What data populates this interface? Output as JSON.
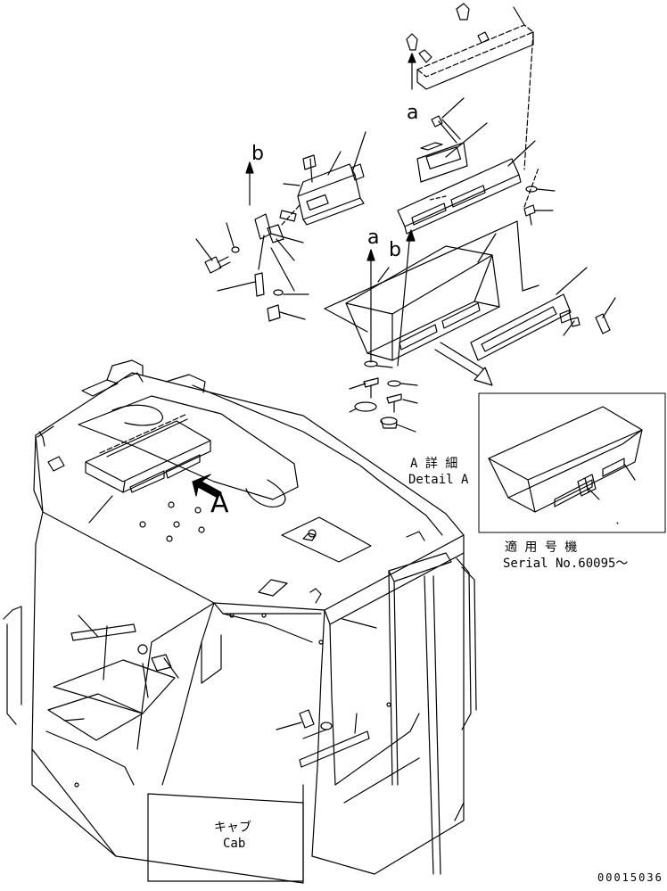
{
  "labels": {
    "ref_a_top": "a",
    "ref_b": "b",
    "ref_a_mid": "a",
    "ref_b_mid": "b",
    "view_marker": "A",
    "detail_title_jp": "A 詳 細",
    "detail_title_en": "Detail A",
    "serial_jp": "適 用 号 機",
    "serial_en": "Serial No.60095～",
    "cab_jp": "キャブ",
    "cab_en": "Cab",
    "drawing_number": "00015036"
  }
}
